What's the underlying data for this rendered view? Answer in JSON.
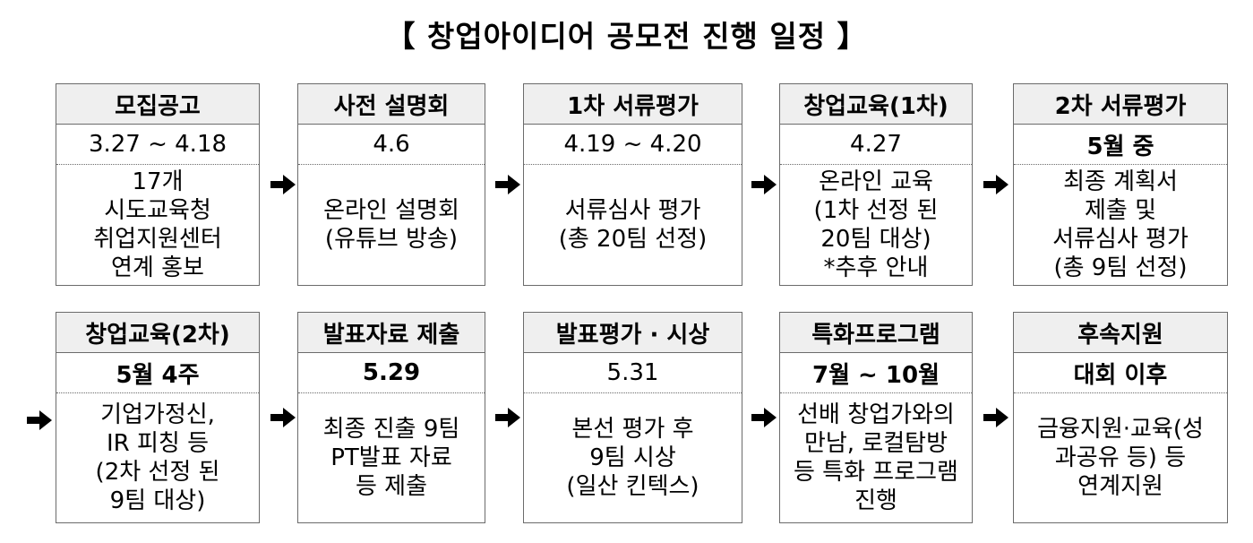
{
  "title": "【 창업아이디어 공모전 진행 일정 】",
  "steps": [
    {
      "head": "모집공고",
      "date": "3.27 ~ 4.18",
      "desc": [
        "17개",
        "시도교육청",
        "취업지원센터",
        "연계 홍보"
      ]
    },
    {
      "head": "사전 설명회",
      "date": "4.6",
      "desc": [
        "온라인 설명회",
        "(유튜브 방송)"
      ]
    },
    {
      "head": "1차 서류평가",
      "date": "4.19 ~ 4.20",
      "desc": [
        "서류심사 평가",
        "(총 20팀 선정)"
      ]
    },
    {
      "head": "창업교육(1차)",
      "date": "4.27",
      "desc": [
        "온라인 교육",
        "(1차 선정 된",
        "20팀 대상)",
        "*추후 안내"
      ]
    },
    {
      "head": "2차 서류평가",
      "date": "5월 중",
      "desc": [
        "최종 계획서",
        "제출 및",
        "서류심사 평가",
        "(총 9팀 선정)"
      ]
    },
    {
      "head": "창업교육(2차)",
      "date": "5월 4주",
      "desc": [
        "기업가정신,",
        "IR 피칭 등",
        "(2차 선정 된",
        "9팀 대상)"
      ]
    },
    {
      "head": "발표자료 제출",
      "date": "5.29",
      "desc": [
        "최종 진출 9팀",
        "PT발표 자료",
        "등 제출"
      ]
    },
    {
      "head": "발표평가 · 시상",
      "date": "5.31",
      "desc": [
        "본선 평가 후",
        "9팀 시상",
        "(일산 킨텍스)"
      ]
    },
    {
      "head": "특화프로그램",
      "date": "7월 ~ 10월",
      "desc": [
        "선배 창업가와의",
        "만남, 로컬탐방",
        "등 특화 프로그램",
        "진행"
      ]
    },
    {
      "head": "후속지원",
      "date": "대회 이후",
      "desc": [
        "금융지원·교육(성",
        "과공유 등) 등",
        "연계지원"
      ]
    }
  ]
}
